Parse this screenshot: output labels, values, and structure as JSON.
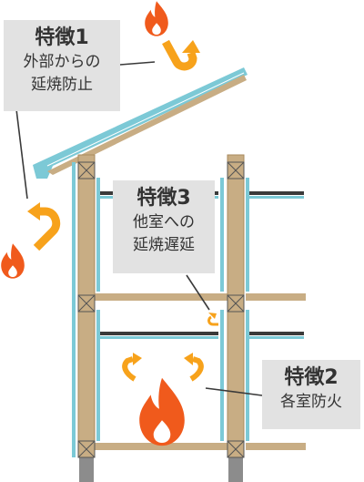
{
  "features": [
    {
      "title": "特徴1",
      "lines": [
        "外部からの",
        "延焼防止"
      ]
    },
    {
      "title": "特徴3",
      "lines": [
        "他室への",
        "延焼遅延"
      ]
    },
    {
      "title": "特徴2",
      "lines": [
        "各室防火"
      ]
    }
  ],
  "colors": {
    "wood": "#c8ad84",
    "wood_dark": "#a88a5e",
    "insulation": "#7cc9d6",
    "steel": "#3a3a3a",
    "foundation": "#8c8c8c",
    "fire": "#f05a1c",
    "arrow": "#f7a21b",
    "label_bg": "#e2e2e2",
    "leader": "#3a3a3a"
  },
  "icons": [
    "flame-icon",
    "curved-arrow-icon",
    "cross-brace-icon"
  ]
}
